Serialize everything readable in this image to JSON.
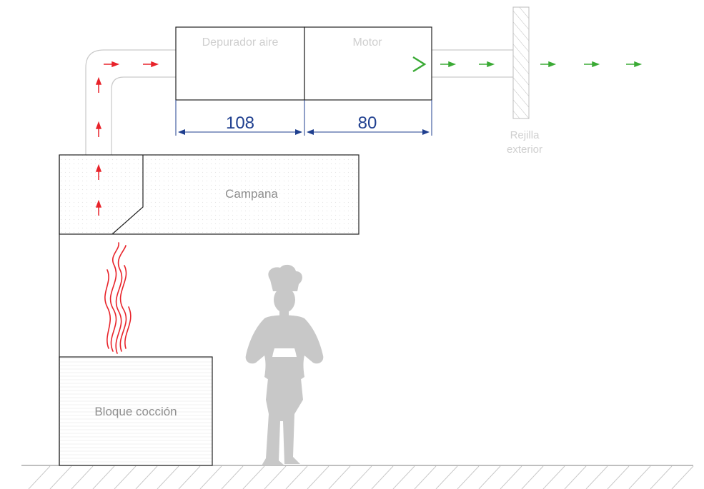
{
  "labels": {
    "purifier": "Depurador aire",
    "motor": "Motor",
    "grille_line1": "Rejilla",
    "grille_line2": "exterior",
    "hood": "Campana",
    "cooking_block": "Bloque cocción"
  },
  "dimensions": {
    "purifier_length": "108",
    "motor_length": "80"
  },
  "colors": {
    "hot_air": "#e8232a",
    "clean_air": "#3aaa35",
    "dimension": "#1f3f8f",
    "label_gray": "#9a9a9a",
    "label_light": "#cfcfcf",
    "line": "#222222",
    "silhouette": "#c8c8c8"
  },
  "icons": [
    "flame-icon",
    "chef-silhouette-icon"
  ]
}
